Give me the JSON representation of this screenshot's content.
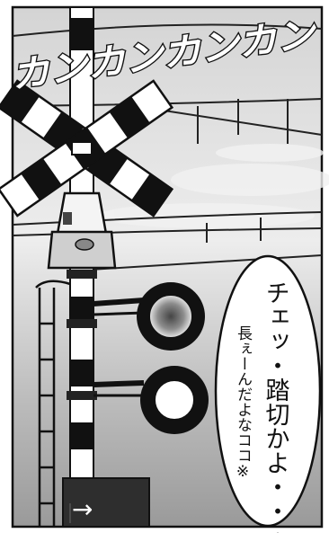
{
  "panel": {
    "sound_effect": "カンカンカンカン",
    "speech_bubble": {
      "main_line": "チェッ・踏切かよ・・・",
      "sub_line": "長ぇーんだよなココ※"
    },
    "direction_sign": "→"
  },
  "colors": {
    "ink": "#111111",
    "sky_light": "#e4e4e4",
    "sky_dark": "#8a8a8a",
    "lamp_glow": "#5a5a5a"
  }
}
